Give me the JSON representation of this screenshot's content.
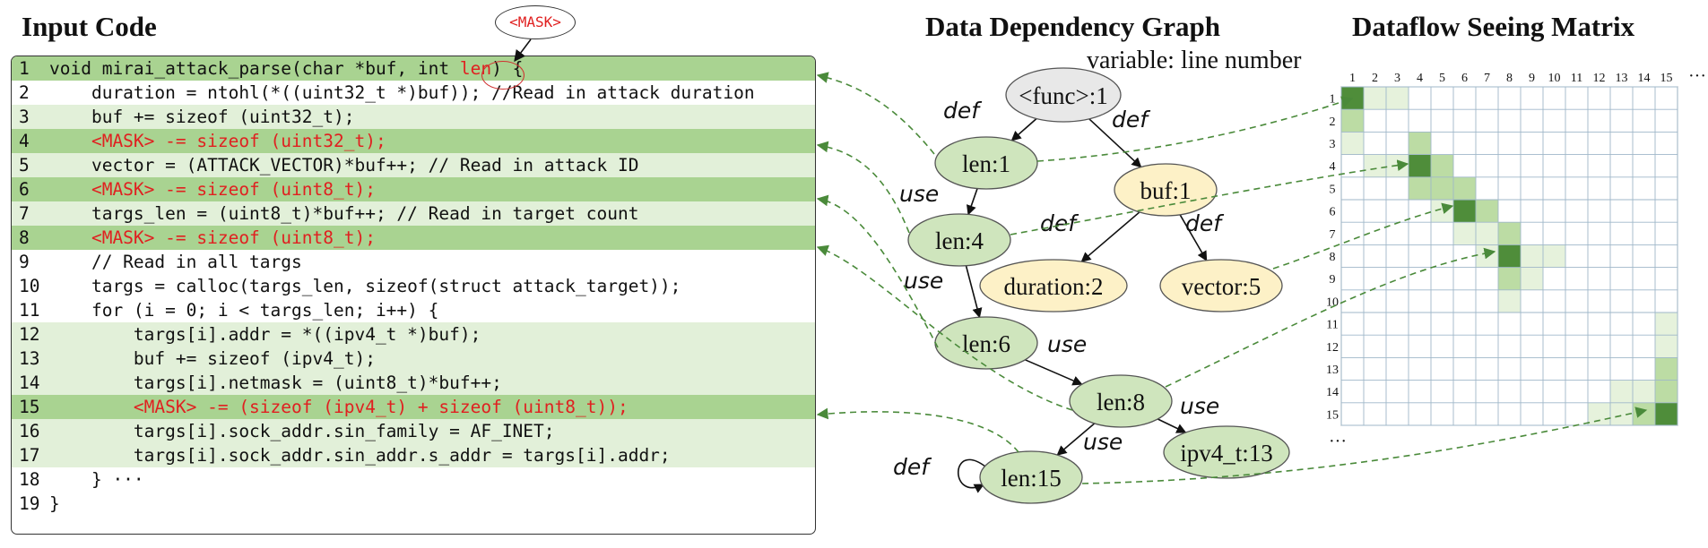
{
  "titles": {
    "input_code": "Input Code",
    "graph": "Data Dependency Graph",
    "matrix": "Dataflow Seeing Matrix",
    "variable_note": "variable: line number"
  },
  "mask_bubble": "<MASK>",
  "code_lines": [
    {
      "num": "1",
      "text": "void mirai_attack_parse(char *buf, int len) {",
      "highlight": "dark",
      "masked": false
    },
    {
      "num": "2",
      "text": "    duration = ntohl(*((uint32_t *)buf)); //Read in attack duration",
      "highlight": "none",
      "masked": false
    },
    {
      "num": "3",
      "text": "    buf += sizeof (uint32_t);",
      "highlight": "light",
      "masked": false
    },
    {
      "num": "4",
      "text": "    <MASK> -= sizeof (uint32_t);",
      "highlight": "dark",
      "masked": true
    },
    {
      "num": "5",
      "text": "    vector = (ATTACK_VECTOR)*buf++; // Read in attack ID",
      "highlight": "light",
      "masked": false
    },
    {
      "num": "6",
      "text": "    <MASK> -= sizeof (uint8_t);",
      "highlight": "dark",
      "masked": true
    },
    {
      "num": "7",
      "text": "    targs_len = (uint8_t)*buf++; // Read in target count",
      "highlight": "light",
      "masked": false
    },
    {
      "num": "8",
      "text": "    <MASK> -= sizeof (uint8_t);",
      "highlight": "dark",
      "masked": true
    },
    {
      "num": "9",
      "text": "    // Read in all targs",
      "highlight": "none",
      "masked": false
    },
    {
      "num": "10",
      "text": "    targs = calloc(targs_len, sizeof(struct attack_target));",
      "highlight": "none",
      "masked": false
    },
    {
      "num": "11",
      "text": "    for (i = 0; i < targs_len; i++) {",
      "highlight": "none",
      "masked": false
    },
    {
      "num": "12",
      "text": "        targs[i].addr = *((ipv4_t *)buf);",
      "highlight": "light",
      "masked": false
    },
    {
      "num": "13",
      "text": "        buf += sizeof (ipv4_t);",
      "highlight": "light",
      "masked": false
    },
    {
      "num": "14",
      "text": "        targs[i].netmask = (uint8_t)*buf++;",
      "highlight": "light",
      "masked": false
    },
    {
      "num": "15",
      "text": "        <MASK> -= (sizeof (ipv4_t) + sizeof (uint8_t));",
      "highlight": "dark",
      "masked": true
    },
    {
      "num": "16",
      "text": "        targs[i].sock_addr.sin_family = AF_INET;",
      "highlight": "light",
      "masked": false
    },
    {
      "num": "17",
      "text": "        targs[i].sock_addr.sin_addr.s_addr = targs[i].addr;",
      "highlight": "light",
      "masked": false
    },
    {
      "num": "18",
      "text": "    } ···",
      "highlight": "none",
      "masked": false
    },
    {
      "num": "19",
      "text": "}",
      "highlight": "none",
      "masked": false
    }
  ],
  "graph": {
    "nodes": [
      {
        "id": "func",
        "label": "<func>:1",
        "fill": "#e8e8e8"
      },
      {
        "id": "len1",
        "label": "len:1",
        "fill": "#cfe5bd"
      },
      {
        "id": "buf1",
        "label": "buf:1",
        "fill": "#fdf1c7"
      },
      {
        "id": "len4",
        "label": "len:4",
        "fill": "#cfe5bd"
      },
      {
        "id": "duration2",
        "label": "duration:2",
        "fill": "#fdf1c7"
      },
      {
        "id": "vector5",
        "label": "vector:5",
        "fill": "#fdf1c7"
      },
      {
        "id": "len6",
        "label": "len:6",
        "fill": "#cfe5bd"
      },
      {
        "id": "len8",
        "label": "len:8",
        "fill": "#cfe5bd"
      },
      {
        "id": "ipv4",
        "label": "ipv4_t:13",
        "fill": "#cfe5bd"
      },
      {
        "id": "len15",
        "label": "len:15",
        "fill": "#cfe5bd"
      }
    ],
    "edges": [
      {
        "from": "func",
        "to": "len1",
        "label": "def"
      },
      {
        "from": "func",
        "to": "buf1",
        "label": "def"
      },
      {
        "from": "len1",
        "to": "len4",
        "label": "use"
      },
      {
        "from": "buf1",
        "to": "duration2",
        "label": "def"
      },
      {
        "from": "buf1",
        "to": "vector5",
        "label": "def"
      },
      {
        "from": "len4",
        "to": "len6",
        "label": "use"
      },
      {
        "from": "len6",
        "to": "len8",
        "label": "use"
      },
      {
        "from": "len8",
        "to": "ipv4",
        "label": "use"
      },
      {
        "from": "len8",
        "to": "len15",
        "label": "use"
      },
      {
        "from": "len15",
        "to": "len15",
        "label": "def"
      }
    ]
  },
  "matrix": {
    "col_labels": [
      "1",
      "2",
      "3",
      "4",
      "5",
      "6",
      "7",
      "8",
      "9",
      "10",
      "11",
      "12",
      "13",
      "14",
      "15"
    ],
    "row_labels": [
      "1",
      "2",
      "3",
      "4",
      "5",
      "6",
      "7",
      "8",
      "9",
      "10",
      "11",
      "12",
      "13",
      "14",
      "15"
    ],
    "ellipsis": "···",
    "cells": [
      [
        1,
        1,
        4,
        2
      ],
      [
        1,
        2,
        1
      ],
      [
        1,
        3,
        1
      ],
      [
        2,
        1,
        2
      ],
      [
        3,
        1,
        1
      ],
      [
        3,
        4,
        2
      ],
      [
        4,
        3,
        1
      ],
      [
        4,
        4,
        4
      ],
      [
        4,
        5,
        2
      ],
      [
        4,
        2,
        1
      ],
      [
        5,
        4,
        2
      ],
      [
        5,
        5,
        2
      ],
      [
        5,
        6,
        2
      ],
      [
        6,
        5,
        1
      ],
      [
        6,
        6,
        4
      ],
      [
        6,
        7,
        2
      ],
      [
        7,
        6,
        1
      ],
      [
        7,
        7,
        1
      ],
      [
        7,
        8,
        2
      ],
      [
        8,
        7,
        1
      ],
      [
        8,
        8,
        4
      ],
      [
        8,
        9,
        1
      ],
      [
        8,
        10,
        1
      ],
      [
        9,
        8,
        2
      ],
      [
        9,
        9,
        1
      ],
      [
        10,
        8,
        1
      ],
      [
        11,
        15,
        1
      ],
      [
        12,
        15,
        1
      ],
      [
        13,
        15,
        2
      ],
      [
        14,
        13,
        1
      ],
      [
        14,
        14,
        1
      ],
      [
        14,
        15,
        2
      ],
      [
        15,
        12,
        1
      ],
      [
        15,
        13,
        1
      ],
      [
        15,
        14,
        2
      ],
      [
        15,
        15,
        4
      ]
    ]
  },
  "colors": {
    "dark_row": "#a9d391",
    "light_row": "#e2f0d9",
    "masked_text": "#e02020",
    "dash_arrow": "#4a8a3a"
  }
}
